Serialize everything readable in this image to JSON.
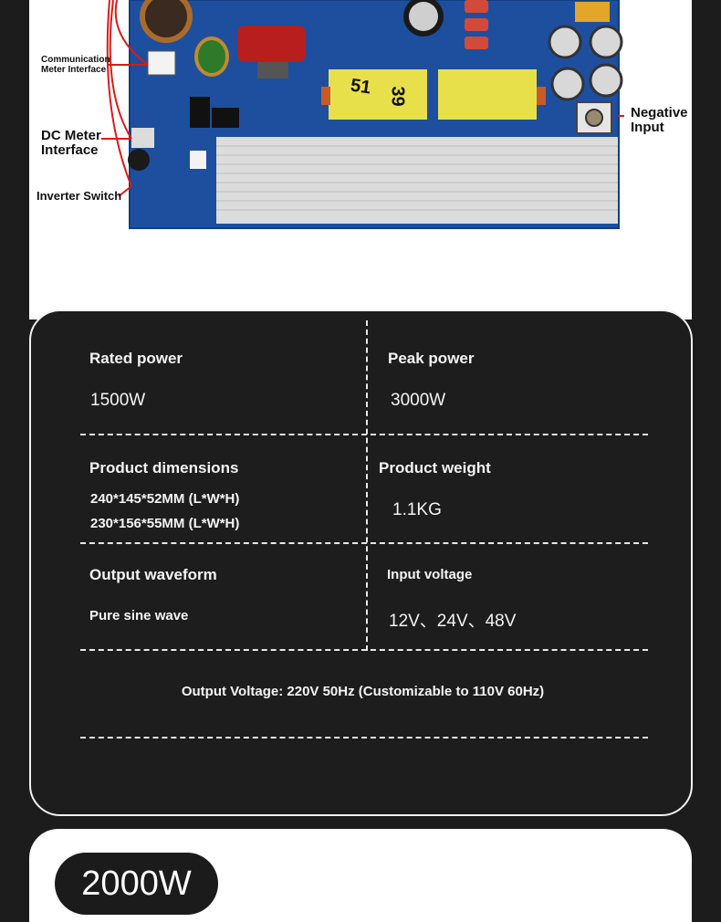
{
  "photo": {
    "callouts": {
      "comm_meter_line1": "Communication",
      "comm_meter_line2": "Meter Interface",
      "dc_meter_line1": "DC Meter",
      "dc_meter_line2": "Interface",
      "inverter_switch": "Inverter Switch",
      "negative_line1": "Negative",
      "negative_line2": "Input"
    },
    "transformer_labels": [
      "51",
      "39"
    ]
  },
  "specs": {
    "rated_power": {
      "label": "Rated power",
      "value": "1500W"
    },
    "peak_power": {
      "label": "Peak power",
      "value": "3000W"
    },
    "dimensions": {
      "label": "Product dimensions",
      "value1": "240*145*52MM (L*W*H)",
      "value2": "230*156*55MM (L*W*H)"
    },
    "weight": {
      "label": "Product weight",
      "value": "1.1KG"
    },
    "waveform": {
      "label": "Output waveform",
      "value": "Pure sine wave"
    },
    "input_voltage": {
      "label": "Input voltage",
      "value": "12V、24V、48V"
    },
    "output_voltage": "Output Voltage: 220V 50Hz (Customizable to 110V 60Hz)"
  },
  "next_section": {
    "model": "2000W"
  }
}
